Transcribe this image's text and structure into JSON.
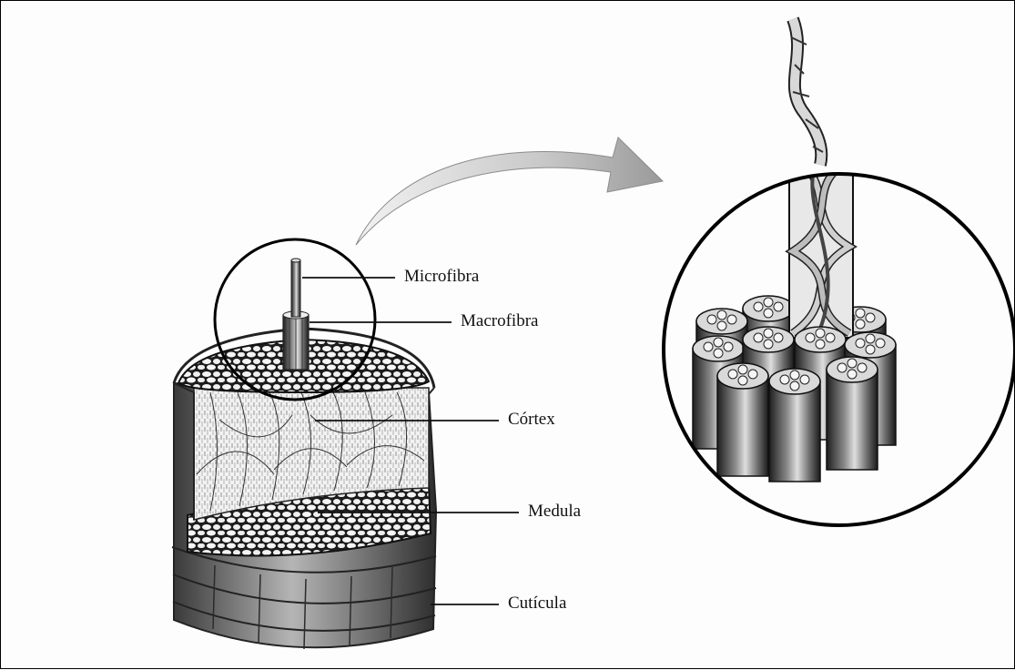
{
  "labels": {
    "microfibra": "Microfibra",
    "macrofibra": "Macrofibra",
    "cortex": "Córtex",
    "medula": "Medula",
    "cuticula": "Cutícula"
  },
  "colors": {
    "ink": "#111111",
    "arrow": "#c8c8c8",
    "shade_dark": "#2a2a2a",
    "shade_light": "#e6e6e6"
  }
}
